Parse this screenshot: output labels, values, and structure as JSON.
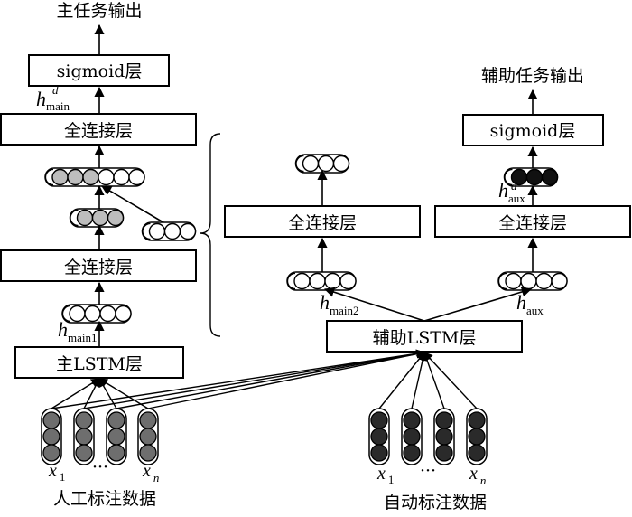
{
  "main_task": {
    "output_label": "主任务输出",
    "sigmoid_label": "sigmoid层",
    "dense_top_label": "全连接层",
    "dense_bottom_label": "全连接层",
    "lstm_label": "主LSTM层",
    "h_main_d": {
      "base": "h",
      "sup": "d",
      "sub": "main"
    },
    "h_main1": {
      "base": "h",
      "sub": "main1"
    },
    "concat_vector": {
      "filled": 3,
      "empty": 3
    },
    "dense_out_vector": {
      "filled": 3,
      "empty": 0
    },
    "hidden_main1_vector": {
      "filled": 0,
      "empty": 4
    },
    "side_vector": {
      "filled": 0,
      "empty": 3
    }
  },
  "aux_branch_main": {
    "dense_label": "全连接层",
    "h_main2": {
      "base": "h",
      "sub": "main2"
    },
    "input_vector": {
      "filled": 0,
      "empty": 4
    },
    "output_vector": {
      "filled": 0,
      "empty": 3
    }
  },
  "aux_task": {
    "output_label": "辅助任务输出",
    "sigmoid_label": "sigmoid层",
    "dense_label": "全连接层",
    "h_aux_d": {
      "base": "h",
      "sup": "d",
      "sub": "aux"
    },
    "h_aux": {
      "base": "h",
      "sub": "aux"
    },
    "input_vector": {
      "filled": 0,
      "empty": 4
    },
    "output_vector": {
      "filled": 3,
      "empty": 0
    }
  },
  "aux_lstm_label": "辅助LSTM层",
  "manual_data": {
    "label": "人工标注数据",
    "x_first": {
      "base": "x",
      "sub": "1"
    },
    "ellipsis": "···",
    "x_last": {
      "base": "x",
      "sub": "n"
    },
    "token_count": 4,
    "units_per_token": 3,
    "fill_color": "#6e6e6e"
  },
  "auto_data": {
    "label": "自动标注数据",
    "x_first": {
      "base": "x",
      "sub": "1"
    },
    "ellipsis": "···",
    "x_last": {
      "base": "x",
      "sub": "n"
    },
    "token_count": 4,
    "units_per_token": 3,
    "fill_color": "#2a2a2a"
  },
  "colors": {
    "grey_unit": "#bdbdbd",
    "black_unit": "#111111",
    "stroke": "#000000"
  }
}
